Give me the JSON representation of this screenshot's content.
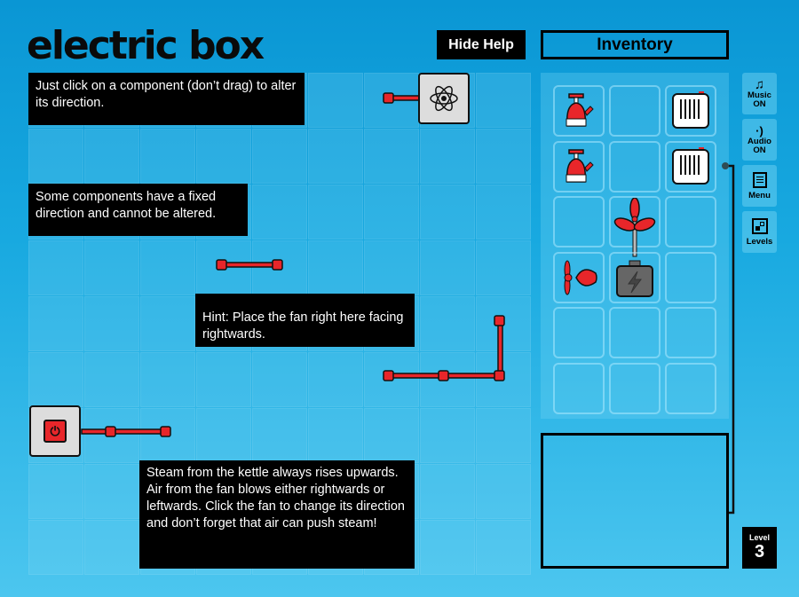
{
  "header": {
    "logo": "electric box",
    "hide_help_label": "Hide Help",
    "inventory_title": "Inventory"
  },
  "tips": [
    "Just click on a component (don’t drag) to alter its direction.",
    "Some components have a fixed direction and cannot be altered.",
    "Hint: Place the fan right here facing rightwards.",
    "Steam from the kettle always rises upwards. Air from the fan blows either rightwards or leftwards. Click the fan to change its direction and don’t forget that air can push steam!"
  ],
  "side_menu": [
    {
      "icon": "music-note-icon",
      "label": "Music",
      "state": "ON"
    },
    {
      "icon": "audio-icon",
      "label": "Audio",
      "state": "ON"
    },
    {
      "icon": "menu-icon",
      "label": "Menu"
    },
    {
      "icon": "levels-icon",
      "label": "Levels"
    }
  ],
  "level": {
    "label": "Level",
    "number": "3"
  },
  "inventory": [
    "kettle",
    "empty",
    "heater",
    "kettle",
    "empty",
    "heater",
    "empty",
    "fan-on-stand",
    "empty",
    "fan",
    "power-base",
    "empty",
    "empty",
    "empty",
    "empty",
    "empty",
    "empty",
    "empty"
  ],
  "colors": {
    "accent": "#e8262a",
    "background": "#18a9e0"
  }
}
